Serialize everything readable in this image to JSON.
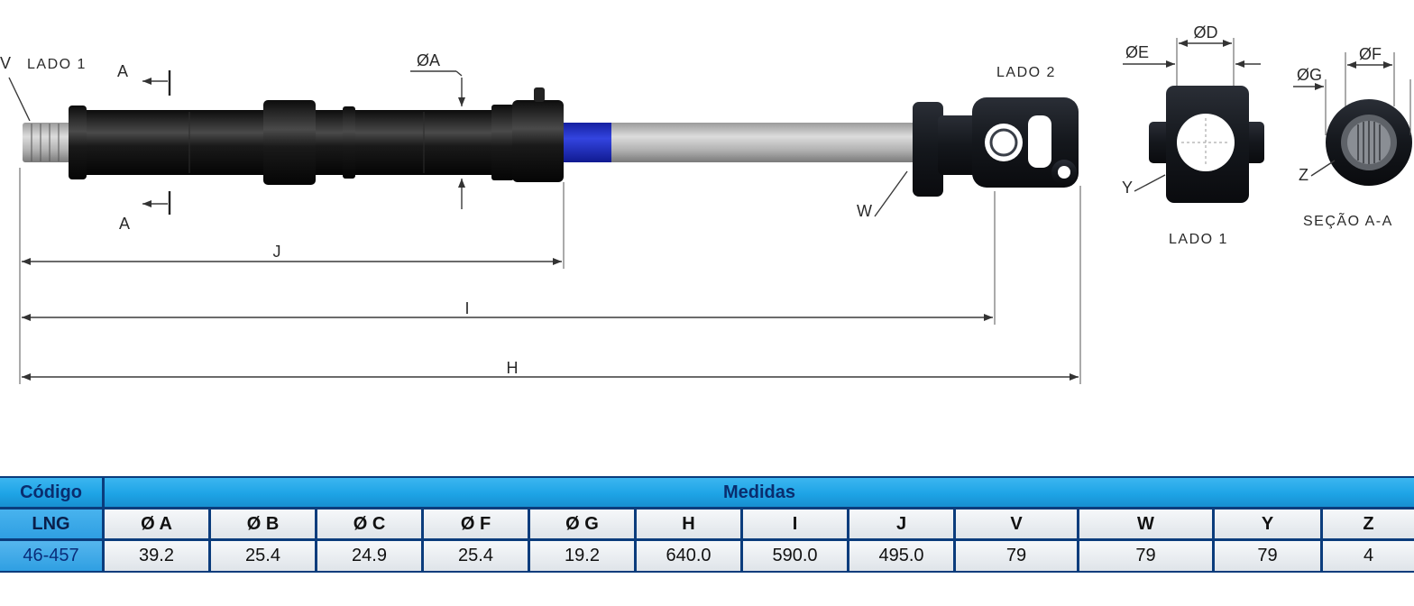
{
  "drawing": {
    "labels": {
      "v": "V",
      "lado1_main": "LADO 1",
      "section_a_top": "A",
      "section_a_bottom": "A",
      "dia_a": "ØA",
      "j": "J",
      "i": "I",
      "h": "H",
      "lado2": "LADO 2",
      "w": "W",
      "dia_d": "ØD",
      "dia_e": "ØE",
      "dia_f": "ØF",
      "dia_g": "ØG",
      "y": "Y",
      "lado1_view": "LADO 1",
      "z": "Z",
      "secao": "SEÇÃO A-A"
    }
  },
  "table": {
    "codigo_header": "Código",
    "medidas_header": "Medidas",
    "code_label": "LNG",
    "columns": [
      "Ø A",
      "Ø B",
      "Ø C",
      "Ø F",
      "Ø G",
      "H",
      "I",
      "J",
      "V",
      "W",
      "Y",
      "Z"
    ],
    "code_value": "46-457",
    "values": [
      "39.2",
      "25.4",
      "24.9",
      "25.4",
      "19.2",
      "640.0",
      "590.0",
      "495.0",
      "79",
      "79",
      "79",
      "4"
    ]
  },
  "colors": {
    "table_border": "#0b3c7c",
    "head_blue": "#1ea4e6",
    "code_blue": "#2f9fe2",
    "head_text": "#0a2d6e",
    "sleeve_blue": "#1f2ed0"
  }
}
